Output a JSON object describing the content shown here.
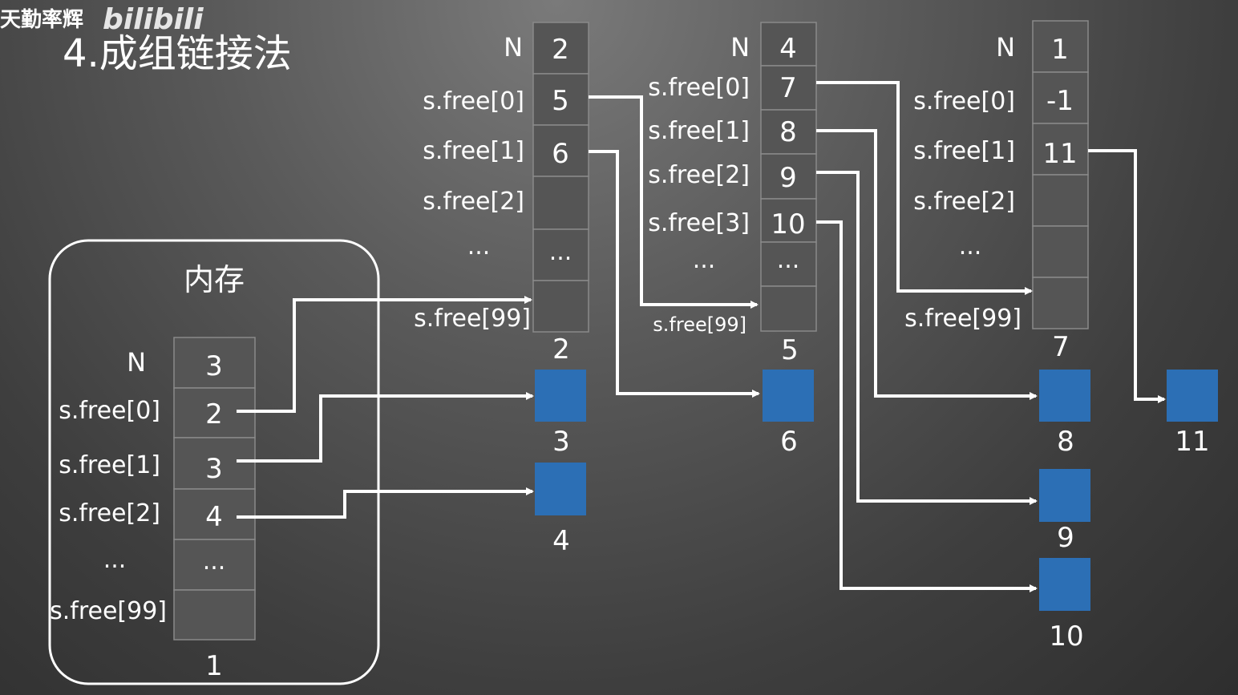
{
  "watermark": {
    "author": "天勤率辉",
    "logo": "bilibili"
  },
  "title": "4.成组链接法",
  "memory": {
    "label": "内存",
    "row_labels": [
      "N",
      "s.free[0]",
      "s.free[1]",
      "s.free[2]",
      "...",
      "s.free[99]"
    ],
    "cell_values": [
      "3",
      "2",
      "3",
      "4",
      "...",
      ""
    ],
    "block_number": "1"
  },
  "group_a": {
    "row_labels": [
      "N",
      "s.free[0]",
      "s.free[1]",
      "s.free[2]",
      "...",
      "s.free[99]"
    ],
    "cell_values": [
      "2",
      "5",
      "6",
      "",
      "...",
      ""
    ],
    "block_number": "2"
  },
  "group_b": {
    "row_labels": [
      "N",
      "s.free[0]",
      "s.free[1]",
      "s.free[2]",
      "s.free[3]",
      "...",
      "s.free[99]"
    ],
    "cell_values": [
      "4",
      "7",
      "8",
      "9",
      "10",
      "...",
      ""
    ],
    "block_number": "5"
  },
  "group_c": {
    "row_labels": [
      "N",
      "s.free[0]",
      "s.free[1]",
      "s.free[2]",
      "...",
      "s.free[99]"
    ],
    "cell_values": [
      "1",
      "-1",
      "11",
      "",
      "",
      ""
    ],
    "block_number": "7"
  },
  "free_blocks": [
    "3",
    "4",
    "6",
    "8",
    "9",
    "10",
    "11"
  ],
  "colors": {
    "block": "#2c6fb5",
    "cell": "#555555",
    "line": "#ffffff"
  }
}
